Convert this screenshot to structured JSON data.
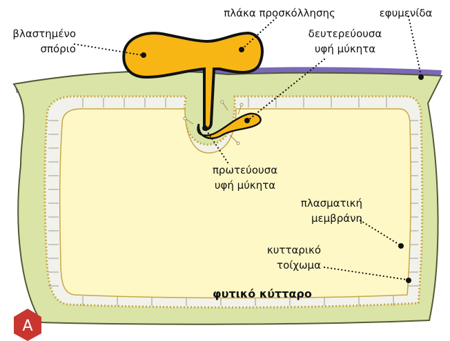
{
  "labels": {
    "germinated_spore": [
      "βλαστημένο",
      "σπόριο"
    ],
    "appressorium": "πλάκα προσκόλλησης",
    "cuticle": "εφυμενίδα",
    "secondary_hypha": [
      "δευτερεύουσα",
      "υφή μύκητα"
    ],
    "primary_hypha": [
      "πρωτεύουσα",
      "υφή μύκητα"
    ],
    "plasma_membrane": [
      "πλασματική",
      "μεμβράνη"
    ],
    "cell_wall": [
      "κυτταρικό",
      "τοίχωμα"
    ],
    "plant_cell": "φυτικό κύτταρο"
  },
  "badge": "A",
  "colors": {
    "cuticle": "#7b68b6",
    "cell_wall": "#d9e4a6",
    "membrane_fill": "#f2f2ec",
    "cytoplasm": "#fdf8c6",
    "fungus": "#f7b614",
    "badge": "#c9362f"
  }
}
